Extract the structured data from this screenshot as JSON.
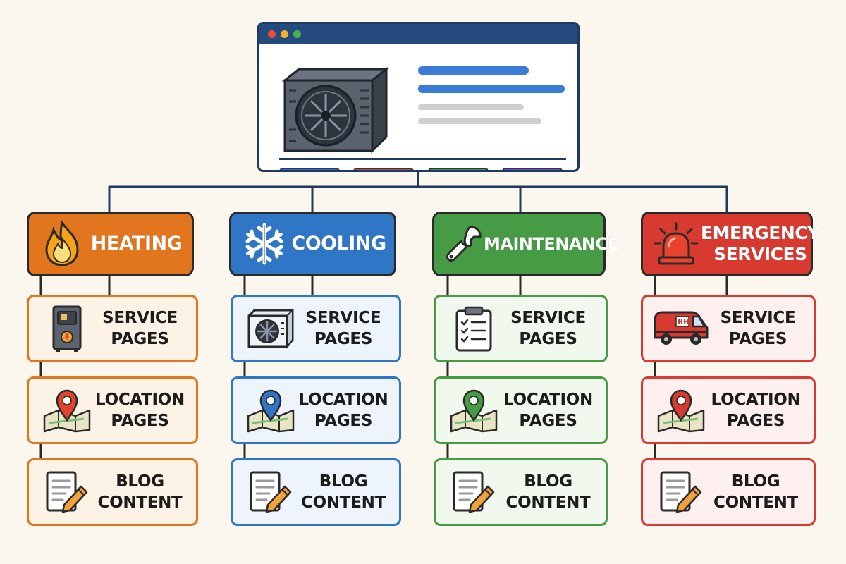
{
  "browser": {
    "window_dots": [
      "#e74c3c",
      "#f5b02e",
      "#4caf50"
    ],
    "nav_buttons": [
      {
        "color": "#2f6fc4"
      },
      {
        "color": "#d94431"
      },
      {
        "color": "#3e9a45"
      },
      {
        "color": "#7b45b8"
      }
    ],
    "hero_icon": "air-conditioner-unit-icon"
  },
  "categories": [
    {
      "title_lines": [
        "HEATING"
      ],
      "icon": "flame-icon",
      "header_color": "#e2761e",
      "border_color": "#e2761e",
      "box_fill": "#fdf2e6",
      "items": [
        {
          "lines": [
            "SERVICE",
            "PAGES"
          ],
          "icon": "furnace-icon"
        },
        {
          "lines": [
            "LOCATION",
            "PAGES"
          ],
          "icon": "map-pin-icon"
        },
        {
          "lines": [
            "BLOG",
            "CONTENT"
          ],
          "icon": "document-pencil-icon"
        }
      ]
    },
    {
      "title_lines": [
        "COOLING"
      ],
      "icon": "snowflake-icon",
      "header_color": "#2f76c6",
      "border_color": "#2f76c6",
      "box_fill": "#edf4fc",
      "items": [
        {
          "lines": [
            "SERVICE",
            "PAGES"
          ],
          "icon": "ac-unit-icon"
        },
        {
          "lines": [
            "LOCATION",
            "PAGES"
          ],
          "icon": "map-pin-icon"
        },
        {
          "lines": [
            "BLOG",
            "CONTENT"
          ],
          "icon": "document-pencil-icon"
        }
      ]
    },
    {
      "title_lines": [
        "MAINTENANCE"
      ],
      "icon": "wrench-icon",
      "header_color": "#459c44",
      "border_color": "#459c44",
      "box_fill": "#f1f8ee",
      "items": [
        {
          "lines": [
            "SERVICE",
            "PAGES"
          ],
          "icon": "clipboard-checklist-icon"
        },
        {
          "lines": [
            "LOCATION",
            "PAGES"
          ],
          "icon": "map-pin-icon"
        },
        {
          "lines": [
            "BLOG",
            "CONTENT"
          ],
          "icon": "document-pencil-icon"
        }
      ]
    },
    {
      "title_lines": [
        "EMERGENCY",
        "SERVICES"
      ],
      "icon": "siren-light-icon",
      "header_color": "#d83a2f",
      "border_color": "#d83a2f",
      "box_fill": "#fdf0ee",
      "items": [
        {
          "lines": [
            "SERVICE",
            "PAGES"
          ],
          "icon": "service-van-icon"
        },
        {
          "lines": [
            "LOCATION",
            "PAGES"
          ],
          "icon": "map-pin-icon"
        },
        {
          "lines": [
            "BLOG",
            "CONTENT"
          ],
          "icon": "document-pencil-icon"
        }
      ]
    }
  ],
  "colors": {
    "connector": "#1e3a5f",
    "outline": "#2a2a2a",
    "background": "#fbf6ee"
  }
}
